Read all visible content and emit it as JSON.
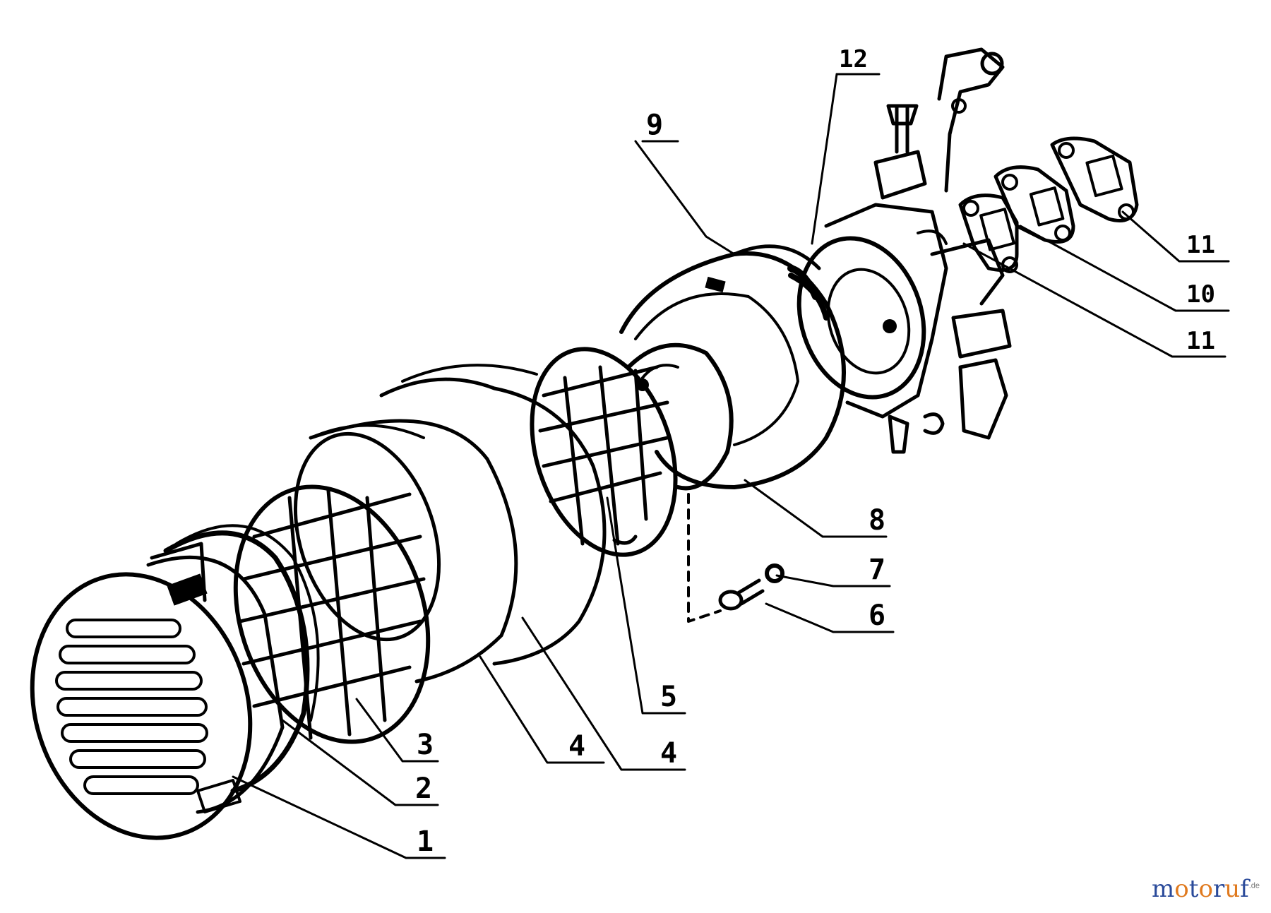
{
  "callouts": {
    "c1": "1",
    "c2": "2",
    "c3": "3",
    "c4a": "4",
    "c4b": "4",
    "c5": "5",
    "c6": "6",
    "c7": "7",
    "c8": "8",
    "c9": "9",
    "c10": "10",
    "c11a": "11",
    "c11b": "11",
    "c12": "12"
  },
  "watermark": {
    "brand": "motoruf",
    "tld": ".de"
  },
  "colors": {
    "line": "#000000",
    "brand_blue": "#2a4a9a",
    "brand_orange": "#e07a1f"
  }
}
